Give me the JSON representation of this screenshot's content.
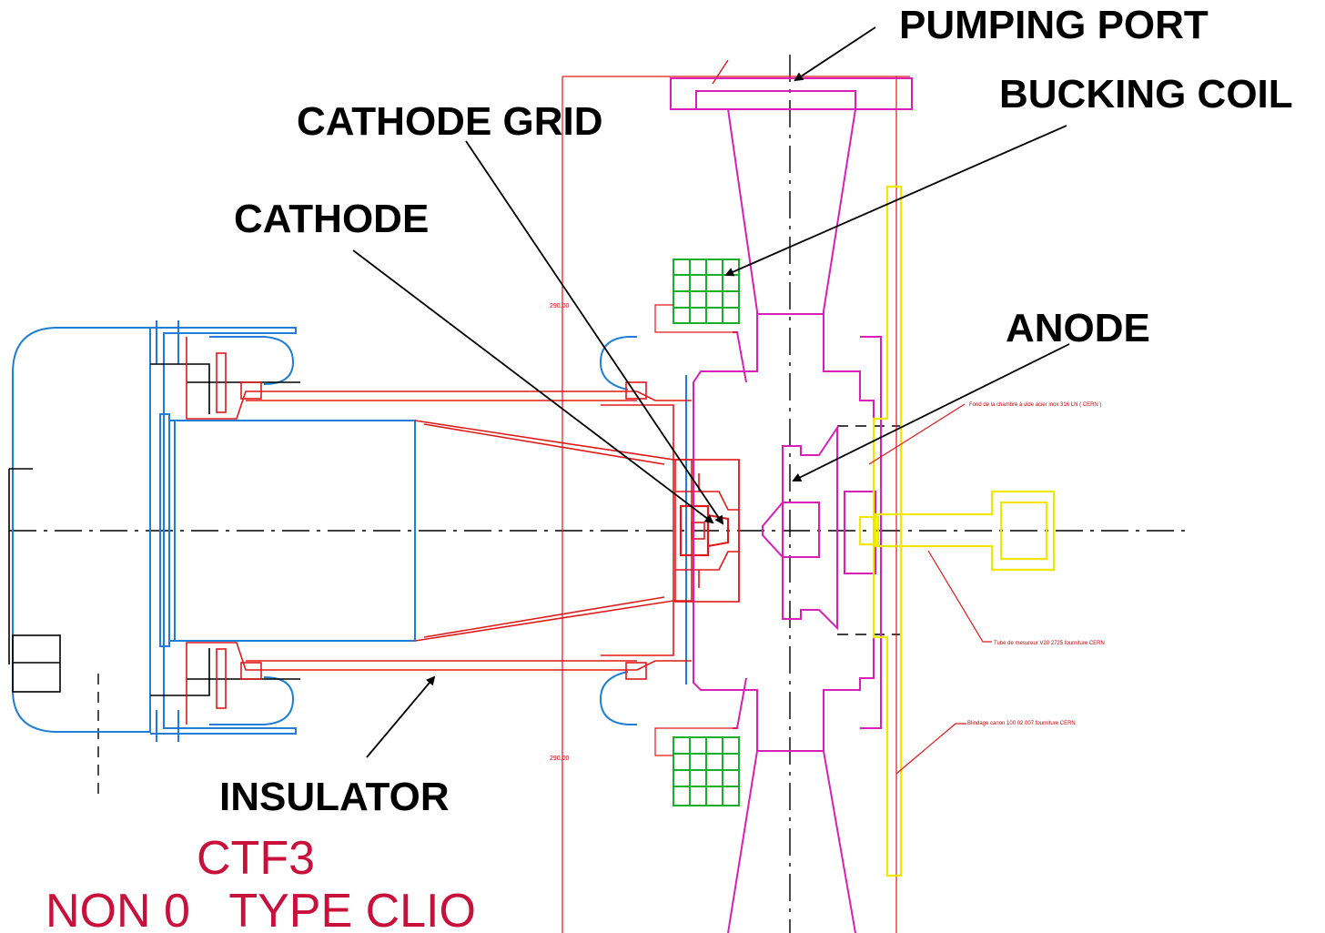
{
  "labels": {
    "pumping_port": "PUMPING PORT",
    "bucking_coil": "BUCKING COIL",
    "cathode_grid": "CATHODE GRID",
    "cathode": "CATHODE",
    "anode": "ANODE",
    "insulator": "INSULATOR"
  },
  "title": {
    "line1": "CTF3",
    "line2": "NON 0   TYPE CLIO"
  },
  "notes": {
    "chamber": "Fond de la chambre à vide acier inox 316 LN ( CERN )",
    "tube": "Tube de mesureur V20 2725 fourniture CERN",
    "shield": "Blindage canon 100 02 007 fourniture CERN"
  },
  "dimensions": {
    "upper": "290.00",
    "lower": "290.00"
  },
  "colors": {
    "electrode_body": "#1f7fd8",
    "gun_parts": "#e01818",
    "vacuum_chamber": "#d81fb8",
    "shielding": "#f0e800",
    "coil": "#18b028",
    "title": "#c8103a"
  }
}
